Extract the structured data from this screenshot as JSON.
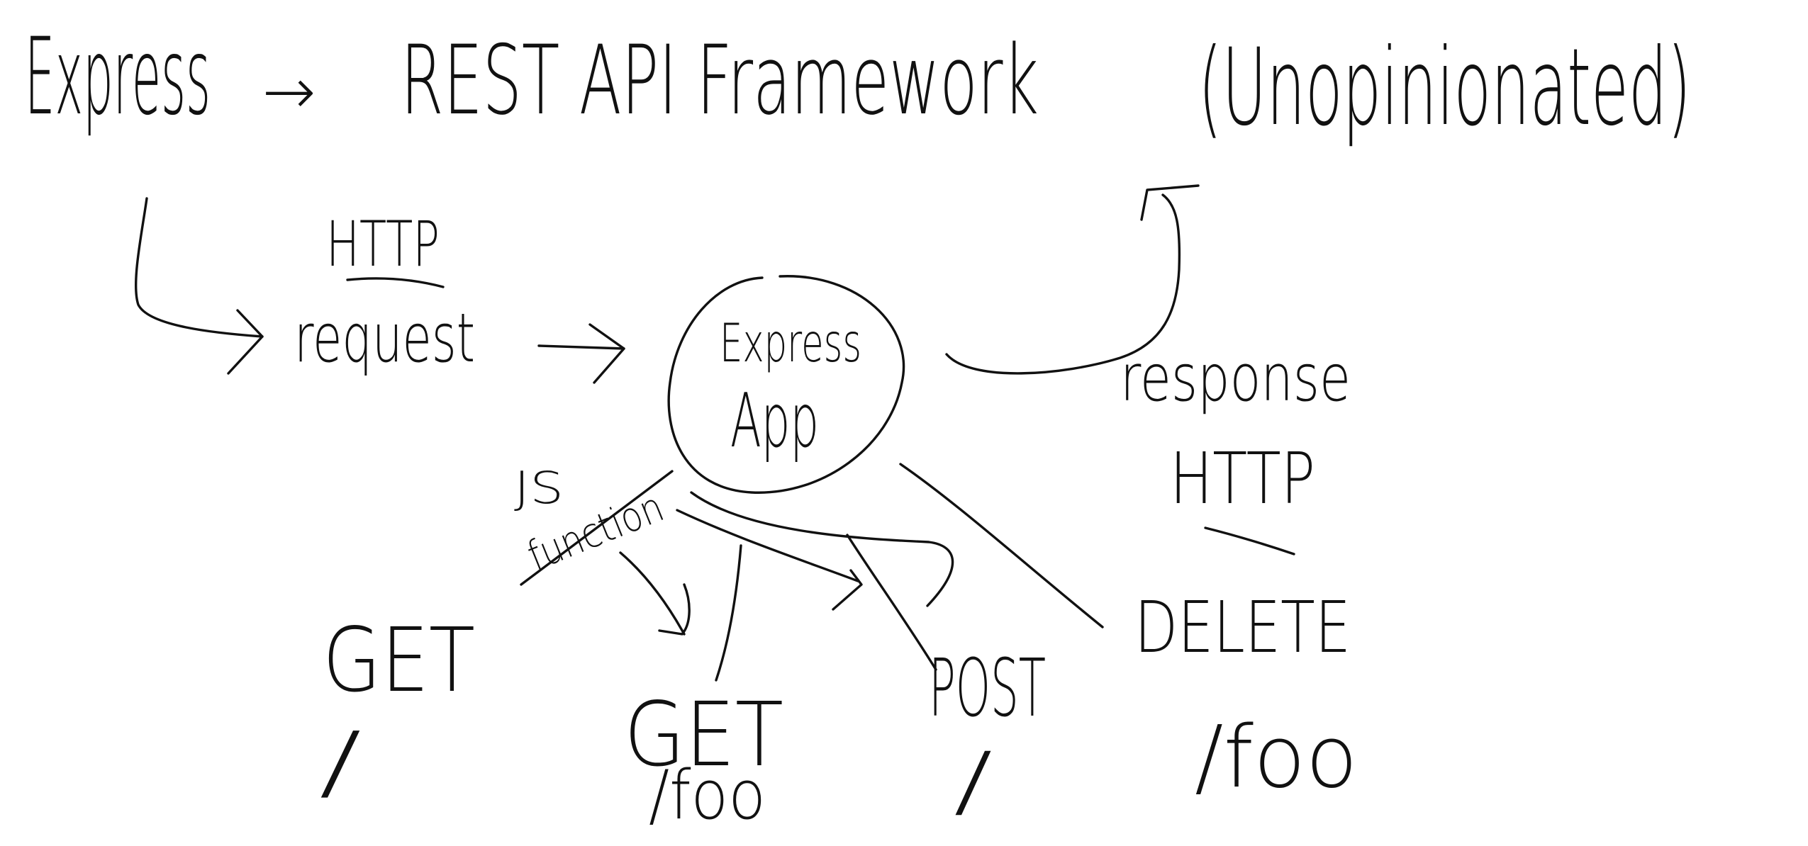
{
  "title": {
    "word": "Express",
    "arrow": "→",
    "subject": "REST API Framework",
    "note": "(Unopinionated)"
  },
  "flow": {
    "request": {
      "line1": "HTTP",
      "line2": "request"
    },
    "app": {
      "line1": "Express",
      "line2": "App"
    },
    "response": {
      "line1": "response",
      "line2": "HTTP"
    },
    "handler_note": {
      "line1": "JS",
      "line2": "function"
    }
  },
  "routes": [
    {
      "method": "GET",
      "path": "/"
    },
    {
      "method": "GET",
      "path": "/foo"
    },
    {
      "method": "POST",
      "path": "/"
    },
    {
      "method": "DELETE",
      "path": "/foo"
    }
  ],
  "colors": {
    "ink": "#111111",
    "paper": "#ffffff"
  }
}
